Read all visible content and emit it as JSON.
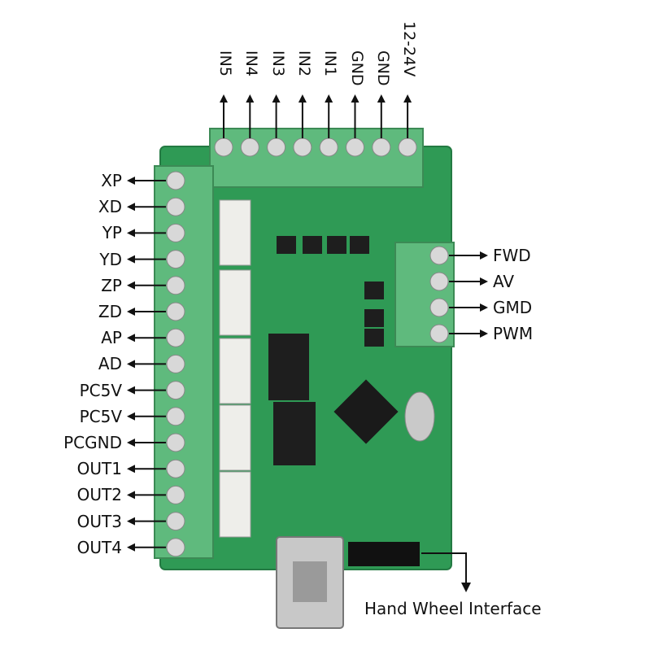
{
  "diagram": {
    "top_pins": [
      "IN5",
      "IN4",
      "IN3",
      "IN2",
      "IN1",
      "GND",
      "GND",
      "12-24V"
    ],
    "left_pins": [
      "XP",
      "XD",
      "YP",
      "YD",
      "ZP",
      "ZD",
      "AP",
      "AD",
      "PC5V",
      "PC5V",
      "PCGND",
      "OUT1",
      "OUT2",
      "OUT3",
      "OUT4"
    ],
    "right_pins": [
      "FWD",
      "AV",
      "GMD",
      "PWM"
    ],
    "handwheel_label": "Hand Wheel Interface",
    "colors": {
      "pcb": "#2f9a55",
      "terminal": "#5fba7d",
      "ink": "#111111"
    }
  }
}
